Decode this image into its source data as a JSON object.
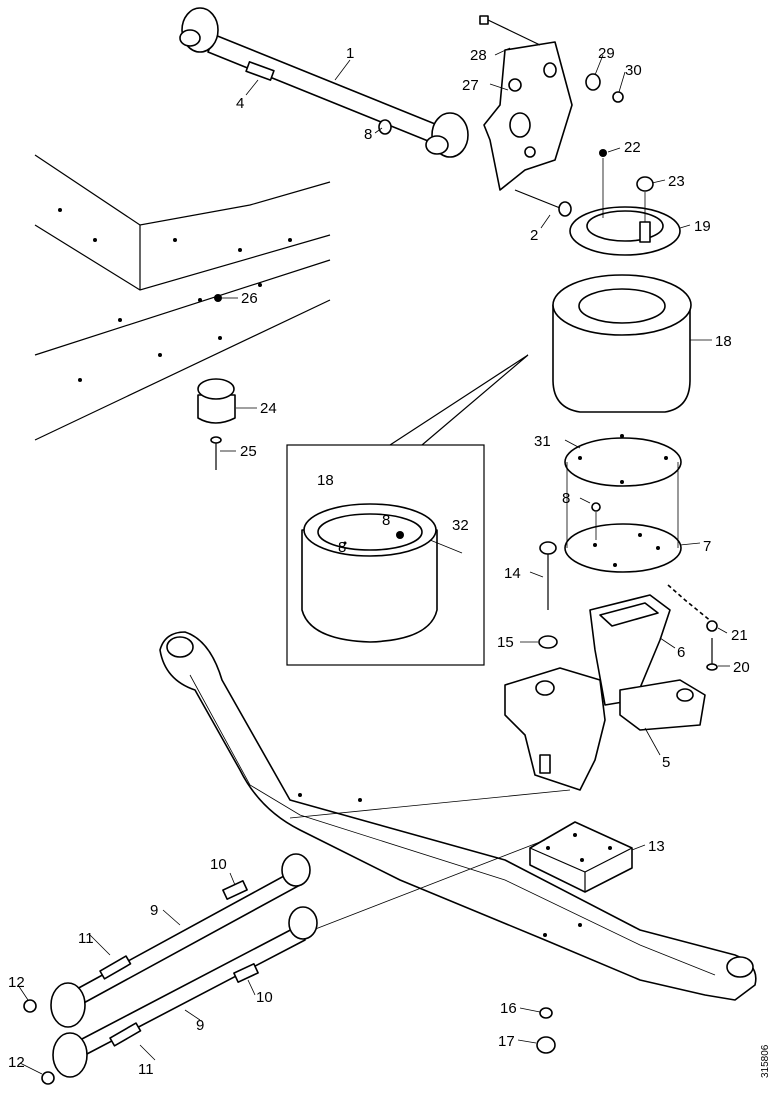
{
  "callouts": {
    "c1": "1",
    "c2": "2",
    "c4": "4",
    "c5": "5",
    "c6": "6",
    "c7": "7",
    "c8a": "8",
    "c8b": "8",
    "c8c": "8",
    "c8d": "8",
    "c9a": "9",
    "c9b": "9",
    "c10a": "10",
    "c10b": "10",
    "c11a": "11",
    "c11b": "11",
    "c12a": "12",
    "c12b": "12",
    "c13": "13",
    "c14": "14",
    "c15": "15",
    "c16": "16",
    "c17": "17",
    "c18a": "18",
    "c18b": "18",
    "c19": "19",
    "c20": "20",
    "c21": "21",
    "c22": "22",
    "c23": "23",
    "c24": "24",
    "c25": "25",
    "c26": "26",
    "c27": "27",
    "c28": "28",
    "c29": "29",
    "c30": "30",
    "c31": "31",
    "c32": "32"
  },
  "reference_number": "315806"
}
